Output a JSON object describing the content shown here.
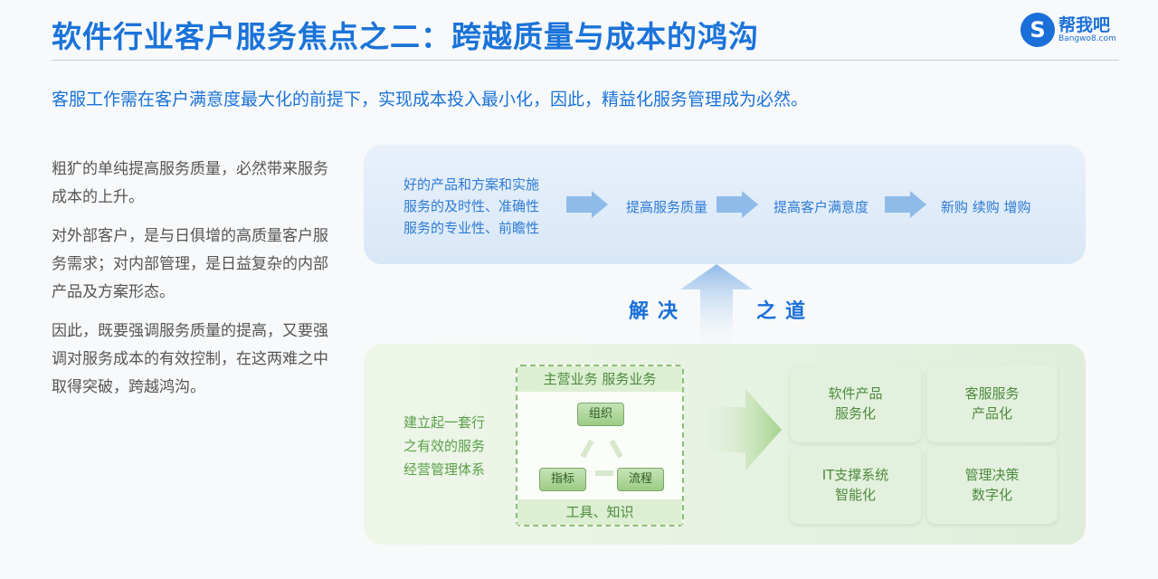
{
  "header": {
    "title": "软件行业客户服务焦点之二：跨越质量与成本的鸿沟",
    "logo_cn": "帮我吧",
    "logo_en": "Bangwo8.com"
  },
  "subtitle": "客服工作需在客户满意度最大化的前提下，实现成本投入最小化，因此，精益化服务管理成为必然。",
  "left_paragraphs": [
    "粗犷的单纯提高服务质量，必然带来服务成本的上升。",
    "对外部客户，是与日俱增的高质量客户服务需求；对内部管理，是日益复杂的内部产品及方案形态。",
    "因此，既要强调服务质量的提高，又要强调对服务成本的有效控制，在这两难之中取得突破，跨越鸿沟。"
  ],
  "flow": {
    "inputs": [
      "好的产品和方案和实施",
      "服务的及时性、准确性",
      "服务的专业性、前瞻性"
    ],
    "step1": "提高服务质量",
    "step2": "提高客户满意度",
    "step3": "新购 续购 增购"
  },
  "solution": {
    "left": "解决",
    "right": "之道"
  },
  "system": {
    "desc": [
      "建立起一套行",
      "之有效的服务",
      "经营管理体系"
    ],
    "top_band": "主营业务  服务业务",
    "bottom_band": "工具、知识",
    "nodes": {
      "org": "组织",
      "metric": "指标",
      "process": "流程"
    }
  },
  "cards": [
    "软件产品\n服务化",
    "客服服务\n产品化",
    "IT支撑系统\n智能化",
    "管理决策\n数字化"
  ],
  "colors": {
    "accent": "#1a73d9",
    "green": "#5aa048"
  }
}
